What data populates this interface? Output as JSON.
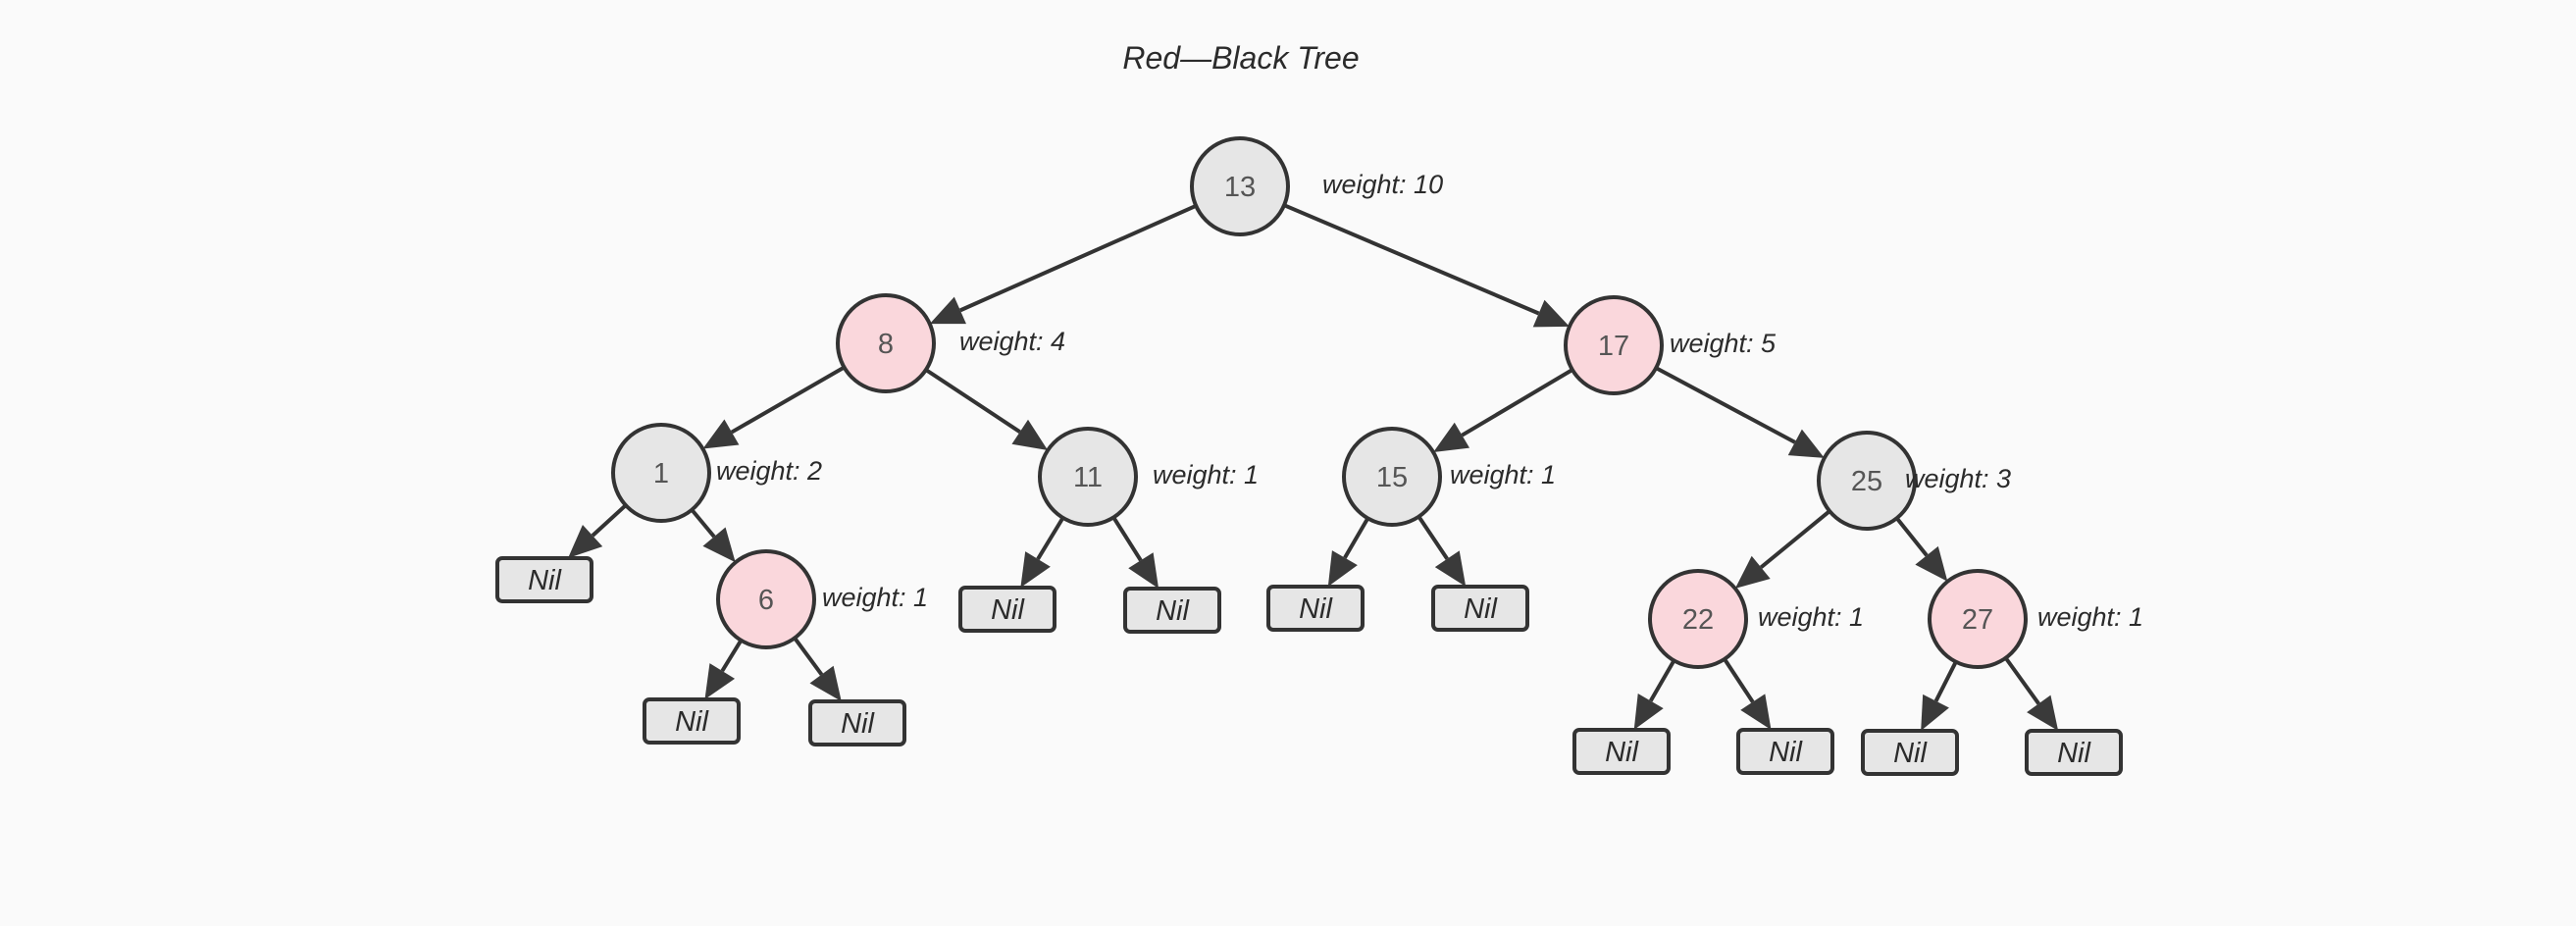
{
  "title": "Red—Black Tree",
  "colors": {
    "black": "#e6e6e6",
    "red": "#fad7dc",
    "stroke": "#333333"
  },
  "nodes": [
    {
      "id": "n13",
      "label": "13",
      "color": "black",
      "weight": "weight: 10"
    },
    {
      "id": "n8",
      "label": "8",
      "color": "red",
      "weight": "weight: 4"
    },
    {
      "id": "n17",
      "label": "17",
      "color": "red",
      "weight": "weight: 5"
    },
    {
      "id": "n1",
      "label": "1",
      "color": "black",
      "weight": "weight: 2"
    },
    {
      "id": "n11",
      "label": "11",
      "color": "black",
      "weight": "weight: 1"
    },
    {
      "id": "n15",
      "label": "15",
      "color": "black",
      "weight": "weight: 1"
    },
    {
      "id": "n25",
      "label": "25",
      "color": "black",
      "weight": "weight: 3"
    },
    {
      "id": "n6",
      "label": "6",
      "color": "red",
      "weight": "weight: 1"
    },
    {
      "id": "n22",
      "label": "22",
      "color": "red",
      "weight": "weight: 1"
    },
    {
      "id": "n27",
      "label": "27",
      "color": "red",
      "weight": "weight: 1"
    }
  ],
  "nils": [
    {
      "id": "nil1",
      "label": "Nil"
    },
    {
      "id": "nil2",
      "label": "Nil"
    },
    {
      "id": "nil3",
      "label": "Nil"
    },
    {
      "id": "nil4",
      "label": "Nil"
    },
    {
      "id": "nil5",
      "label": "Nil"
    },
    {
      "id": "nil6",
      "label": "Nil"
    },
    {
      "id": "nil7",
      "label": "Nil"
    },
    {
      "id": "nil8",
      "label": "Nil"
    },
    {
      "id": "nil9",
      "label": "Nil"
    },
    {
      "id": "nil10",
      "label": "Nil"
    },
    {
      "id": "nil11",
      "label": "Nil"
    }
  ],
  "edges": [
    [
      "n13",
      "n8"
    ],
    [
      "n13",
      "n17"
    ],
    [
      "n8",
      "n1"
    ],
    [
      "n8",
      "n11"
    ],
    [
      "n17",
      "n15"
    ],
    [
      "n17",
      "n25"
    ],
    [
      "n1",
      "nil1"
    ],
    [
      "n1",
      "n6"
    ],
    [
      "n6",
      "nil2"
    ],
    [
      "n6",
      "nil3"
    ],
    [
      "n11",
      "nil4"
    ],
    [
      "n11",
      "nil5"
    ],
    [
      "n15",
      "nil6"
    ],
    [
      "n15",
      "nil7"
    ],
    [
      "n25",
      "n22"
    ],
    [
      "n25",
      "n27"
    ],
    [
      "n22",
      "nil8"
    ],
    [
      "n22",
      "nil9"
    ],
    [
      "n27",
      "nil10"
    ],
    [
      "n27",
      "nil11"
    ]
  ]
}
